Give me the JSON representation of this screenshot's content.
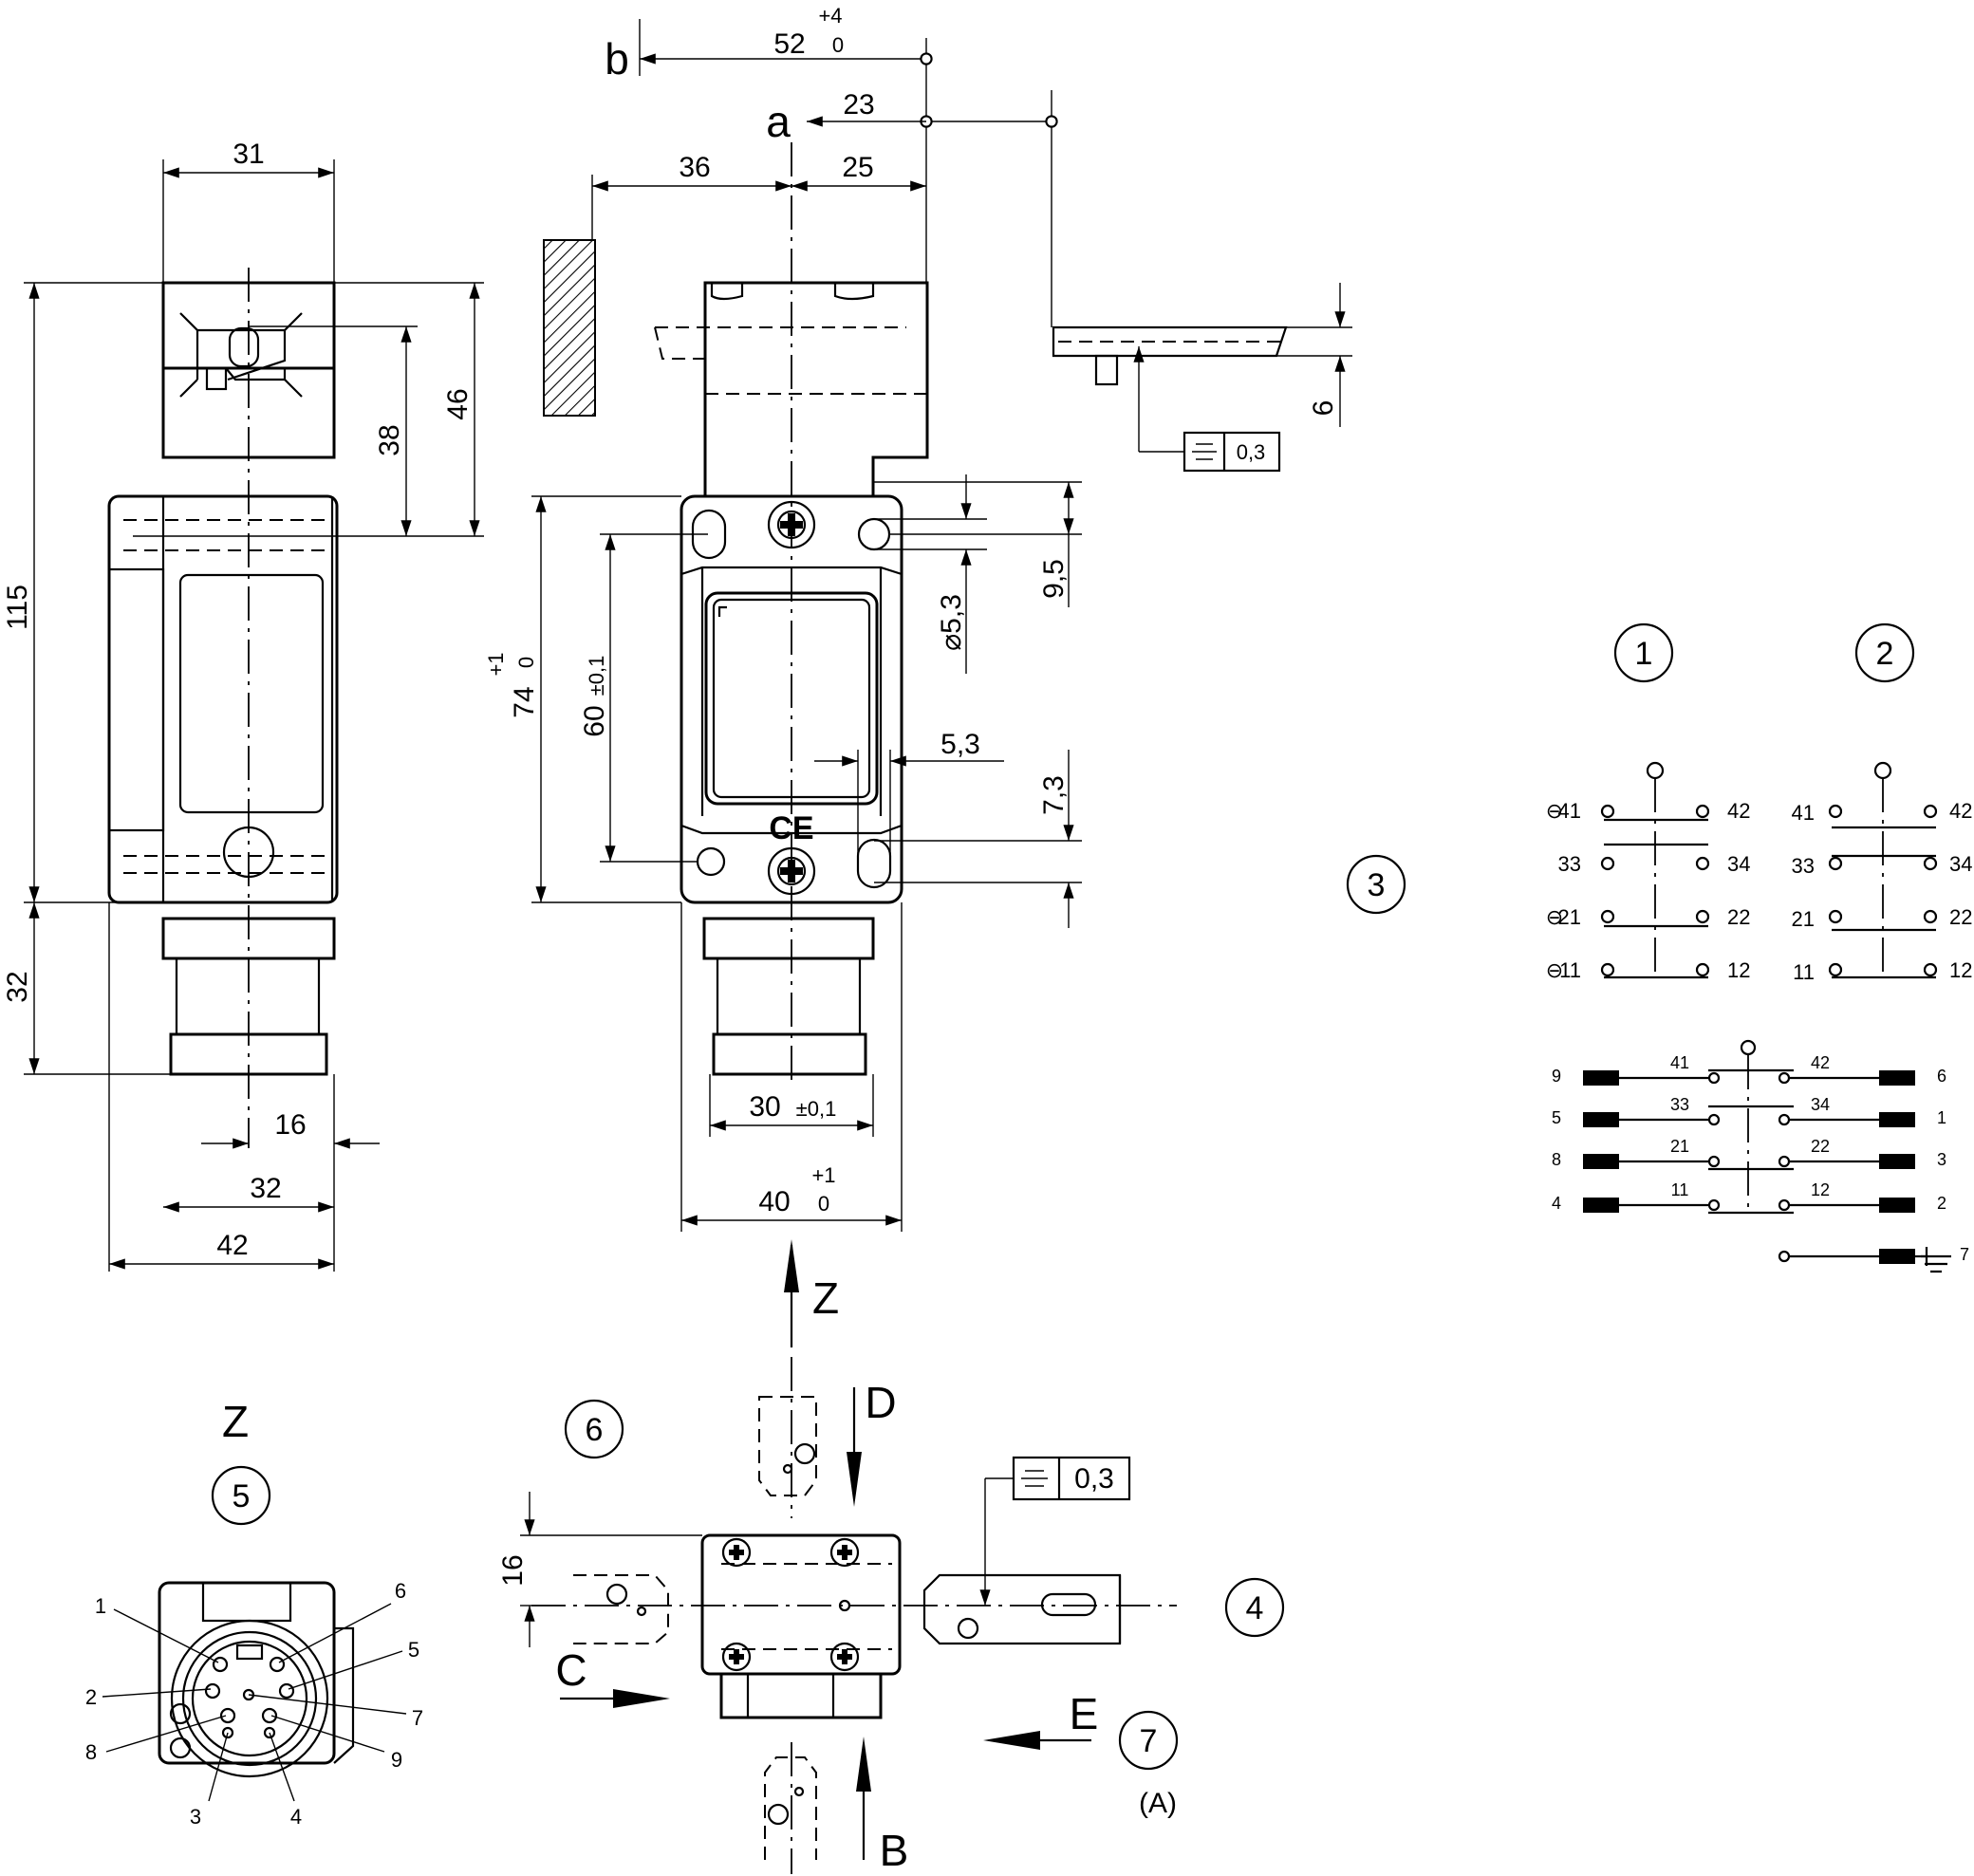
{
  "views": {
    "side": {
      "dims": {
        "top_width": "31",
        "h38": "38",
        "h46": "46",
        "h115": "115",
        "h32": "32",
        "w16": "16",
        "w32": "32",
        "w42": "42"
      }
    },
    "front": {
      "dims": {
        "d52": "52",
        "d52_tol_up": "+4",
        "d52_tol_low": "0",
        "ref_b": "b",
        "d23": "23",
        "ref_a": "a",
        "d36": "36",
        "d25": "25",
        "d6": "6",
        "flat_tol": "0,3",
        "d9_5": "9,5",
        "dia_5_3": "⌀5,3",
        "d74": "74",
        "d74_tol_up": "+1",
        "d74_tol_low": "0",
        "d60": "60",
        "d60_tol": "±0,1",
        "d5_3": "5,3",
        "d7_3": "7,3",
        "d30": "30",
        "d30_tol": "±0,1",
        "d40": "40",
        "d40_tol_up": "+1",
        "d40_tol_low": "0",
        "view_z": "Z",
        "ce_mark": "CE"
      }
    },
    "connector": {
      "title": "Z",
      "callout": "5",
      "pins": [
        "1",
        "2",
        "8",
        "3",
        "4",
        "9",
        "7",
        "5",
        "6"
      ]
    },
    "approach": {
      "callouts": {
        "c6": "6",
        "c4": "4",
        "c7": "7"
      },
      "directions": {
        "D": "D",
        "C": "C",
        "E": "E",
        "B": "B"
      },
      "d16": "16",
      "flat_tol": "0,3",
      "note": "(A)"
    },
    "schematic": {
      "callouts": {
        "c1": "1",
        "c2": "2",
        "c3": "3"
      },
      "contacts_left": [
        {
          "l": "41",
          "r": "42"
        },
        {
          "l": "33",
          "r": "34"
        },
        {
          "l": "21",
          "r": "22"
        },
        {
          "l": "11",
          "r": "12"
        }
      ],
      "wiring": [
        {
          "pin_l": "9",
          "c_l": "41",
          "c_r": "42",
          "pin_r": "6"
        },
        {
          "pin_l": "5",
          "c_l": "33",
          "c_r": "34",
          "pin_r": "1"
        },
        {
          "pin_l": "8",
          "c_l": "21",
          "c_r": "22",
          "pin_r": "3"
        },
        {
          "pin_l": "4",
          "c_l": "11",
          "c_r": "12",
          "pin_r": "2"
        }
      ],
      "ground_pin": "7",
      "positive_marker": "⊖"
    }
  }
}
